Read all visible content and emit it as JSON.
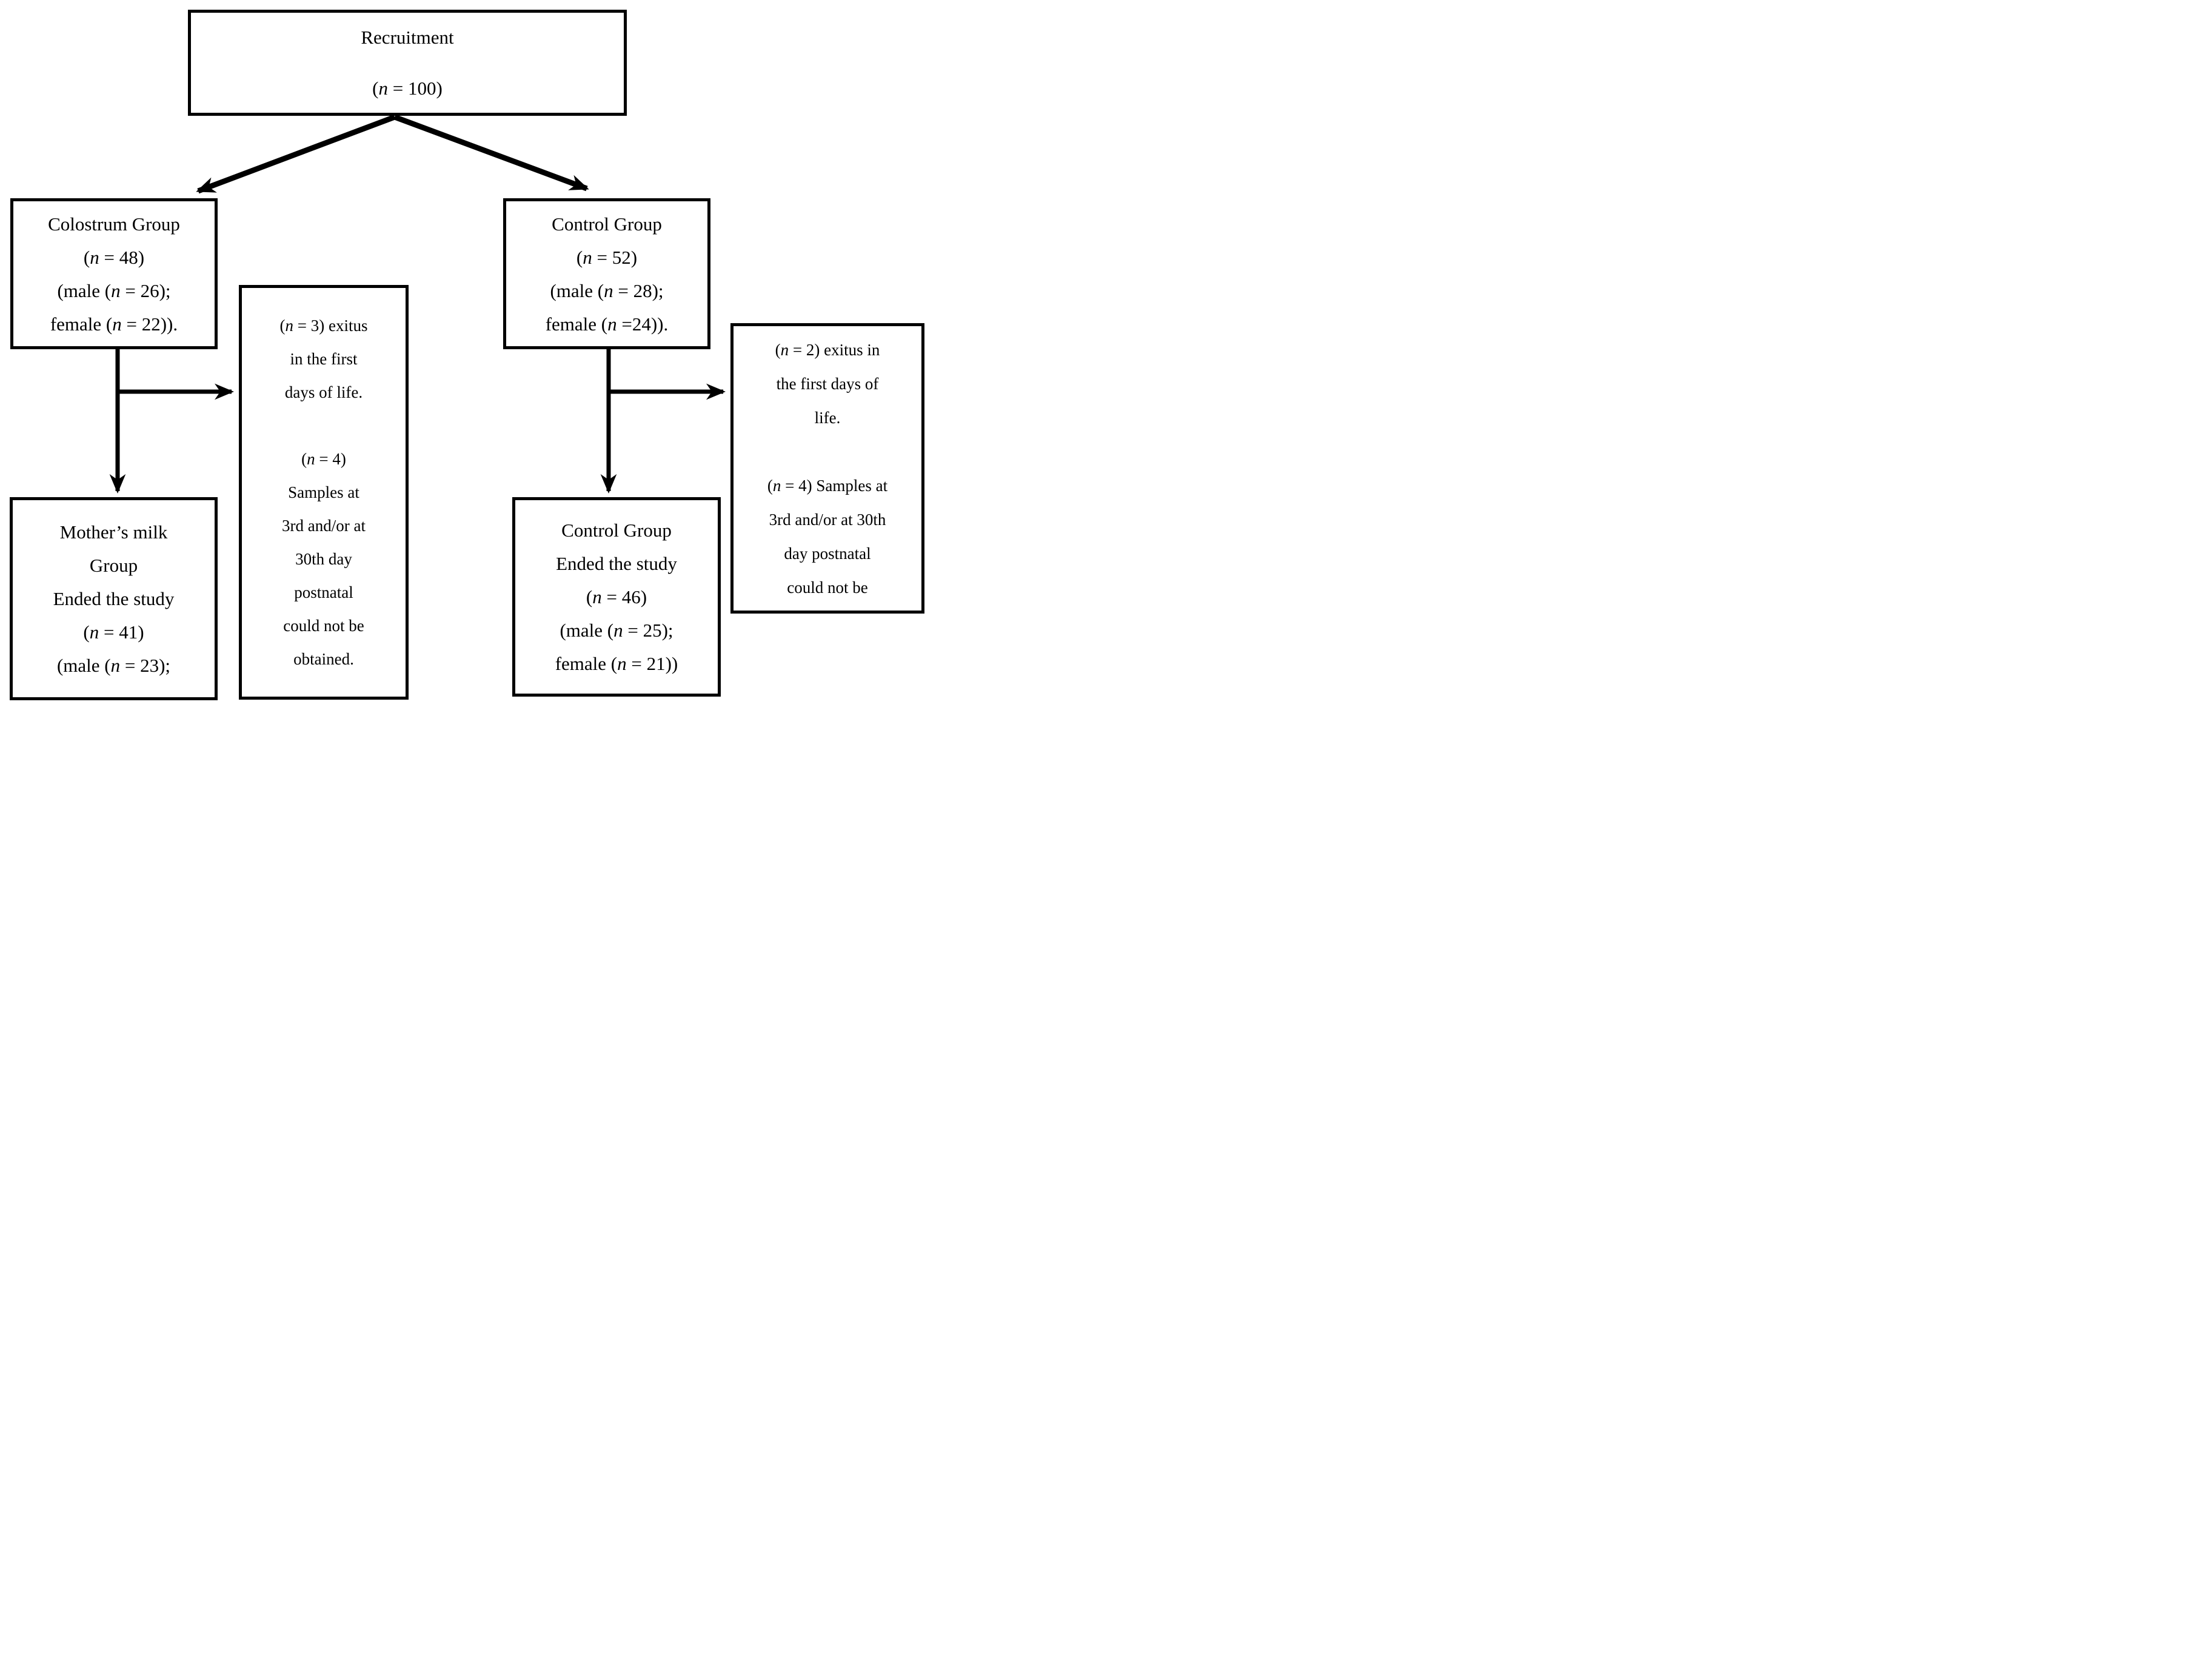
{
  "figure": {
    "background_color": "#ffffff",
    "line_color": "#000000",
    "boxes": {
      "recruitment": {
        "lines": [
          "Recruitment",
          "(n = 100)"
        ]
      },
      "colostrum_group": {
        "lines": [
          "Colostrum Group",
          "(n = 48)",
          "(male (n = 26);",
          "female (n = 22))."
        ]
      },
      "control_group": {
        "lines": [
          "Control Group",
          "(n = 52)",
          "(male (n = 28);",
          "female (n =24))."
        ]
      },
      "colostrum_exclusions": {
        "lines": [
          "(n = 3) exitus",
          "in the first",
          "days of life.",
          "",
          "(n = 4)",
          "Samples at",
          "3rd and/or at",
          "30th day",
          "postnatal",
          "could not be",
          "obtained."
        ]
      },
      "control_exclusions": {
        "lines": [
          "(n = 2) exitus in",
          "the first days of",
          "life.",
          "",
          "(n = 4) Samples at",
          "3rd and/or at 30th",
          "day postnatal",
          "could not be"
        ]
      },
      "mothers_milk_group": {
        "lines": [
          "Mother’s milk",
          "Group",
          "Ended the study",
          "(n = 41)",
          "(male (n = 23);"
        ]
      },
      "control_group_ended": {
        "lines": [
          "Control Group",
          "Ended the study",
          "(n = 46)",
          "(male (n = 25);",
          "female (n = 21))"
        ]
      }
    }
  }
}
